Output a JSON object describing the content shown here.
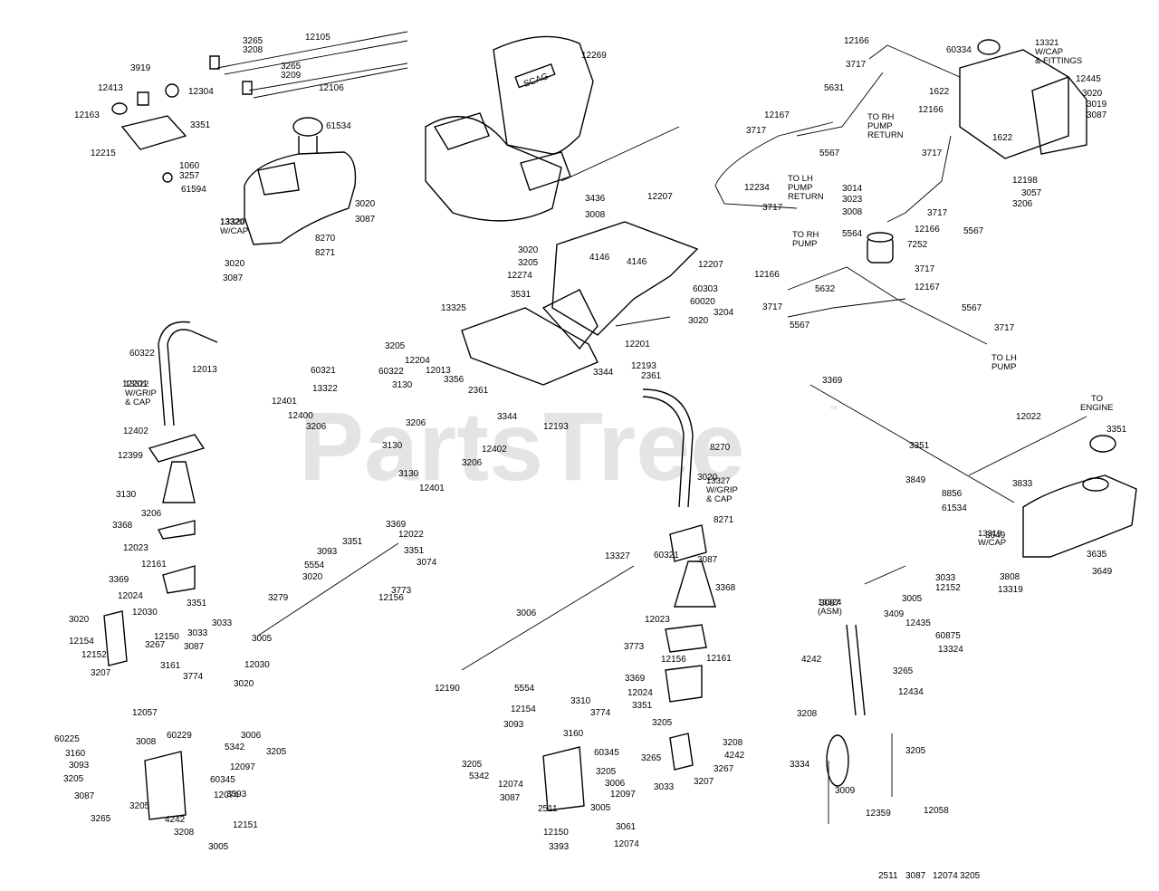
{
  "watermark": {
    "text": "PartsTree",
    "trademark": "™"
  },
  "seat_brand": "SCAG",
  "notes": [
    {
      "id": "to-rh-pump-return",
      "lines": [
        "TO RH",
        "PUMP",
        "RETURN"
      ]
    },
    {
      "id": "to-lh-pump-return",
      "lines": [
        "TO LH",
        "PUMP",
        "RETURN"
      ]
    },
    {
      "id": "to-rh-pump",
      "lines": [
        "TO RH",
        "PUMP"
      ]
    },
    {
      "id": "to-lh-pump",
      "lines": [
        "TO LH",
        "PUMP"
      ]
    },
    {
      "id": "to-engine",
      "lines": [
        "TO",
        "ENGINE"
      ]
    },
    {
      "id": "13320",
      "lines": [
        "13320",
        "W/CAP"
      ]
    },
    {
      "id": "13319",
      "lines": [
        "13319",
        "W/CAP"
      ]
    },
    {
      "id": "13321",
      "lines": [
        "13321",
        "W/CAP",
        "& FITTINGS"
      ]
    },
    {
      "id": "13322",
      "lines": [
        "13322",
        "W/GRIP",
        "& CAP"
      ]
    },
    {
      "id": "13327",
      "lines": [
        "13327",
        "W/GRIP",
        "& CAP"
      ]
    },
    {
      "id": "13324",
      "lines": [
        "13324",
        "(ASM)"
      ]
    }
  ],
  "callouts": [
    "3265",
    "3208",
    "12105",
    "3265",
    "3209",
    "12106",
    "3919",
    "12413",
    "12304",
    "12163",
    "3351",
    "12215",
    "1060",
    "3257",
    "61594",
    "61534",
    "3020",
    "3087",
    "13320",
    "8270",
    "8271",
    "3020",
    "3087",
    "12269",
    "12166",
    "60334",
    "3717",
    "1622",
    "12445",
    "3020",
    "3019",
    "3087",
    "5631",
    "12167",
    "12166",
    "1622",
    "3717",
    "5567",
    "3717",
    "12234",
    "3717",
    "12198",
    "3057",
    "3206",
    "3014",
    "3023",
    "3008",
    "12166",
    "3717",
    "5567",
    "5564",
    "7252",
    "12166",
    "5632",
    "3717",
    "12167",
    "3717",
    "5567",
    "5567",
    "3717",
    "3436",
    "3008",
    "12207",
    "3020",
    "3205",
    "4146",
    "4146",
    "12207",
    "12274",
    "60303",
    "60020",
    "3204",
    "3531",
    "13325",
    "3020",
    "3205",
    "12201",
    "12193",
    "12204",
    "12013",
    "3344",
    "3356",
    "2361",
    "2361",
    "3344",
    "12193",
    "60322",
    "12013",
    "12201",
    "60321",
    "60322",
    "13322",
    "12401",
    "3130",
    "12400",
    "3206",
    "3206",
    "3130",
    "12402",
    "3206",
    "3130",
    "12401",
    "12402",
    "12399",
    "3130",
    "3206",
    "3368",
    "12023",
    "12161",
    "3369",
    "12024",
    "3351",
    "3369",
    "12022",
    "3351",
    "3351",
    "3849",
    "8856",
    "3833",
    "61534",
    "3649",
    "3635",
    "3808",
    "3649",
    "13319",
    "8270",
    "3020",
    "8271",
    "3087",
    "60321",
    "13327",
    "3368",
    "12023",
    "3773",
    "12156",
    "12161",
    "3369",
    "12024",
    "3351",
    "3369",
    "3351",
    "12022",
    "3351",
    "3093",
    "3074",
    "3773",
    "5554",
    "3020",
    "12156",
    "3279",
    "12030",
    "3020",
    "12150",
    "12154",
    "3267",
    "12152",
    "3207",
    "3033",
    "3033",
    "3087",
    "3005",
    "3161",
    "12030",
    "3774",
    "3020",
    "3006",
    "12190",
    "5554",
    "3310",
    "12154",
    "3774",
    "3093",
    "3160",
    "60345",
    "3205",
    "3205",
    "5342",
    "3006",
    "12074",
    "12097",
    "3087",
    "3005",
    "2511",
    "3061",
    "12150",
    "3393",
    "12074",
    "3205",
    "3208",
    "4242",
    "3265",
    "3267",
    "3207",
    "3033",
    "3033",
    "12152",
    "3005",
    "3087",
    "3409",
    "12435",
    "60875",
    "13324",
    "3265",
    "4242",
    "12434",
    "3208",
    "3334",
    "3205",
    "3009",
    "12359",
    "12058",
    "12057",
    "60225",
    "3008",
    "60229",
    "3006",
    "3205",
    "12097",
    "5342",
    "3160",
    "3093",
    "60345",
    "3205",
    "12074",
    "3087",
    "3205",
    "3265",
    "4242",
    "3208",
    "3005",
    "3393",
    "12151",
    "2511",
    "3087",
    "12074",
    "3205"
  ]
}
